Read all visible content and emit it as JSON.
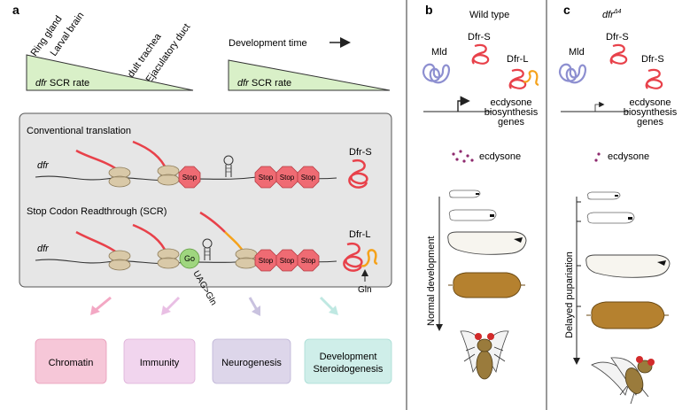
{
  "panel_a": {
    "label": "a",
    "tissues": [
      "Ring gland",
      "Larval brain",
      "Adult trachea",
      "Ejaculatory duct"
    ],
    "rate_label_italic": "dfr",
    "rate_label_rest": " SCR rate",
    "dev_time_label": "Development time",
    "box": {
      "conventional_title": "Conventional translation",
      "scr_title": "Stop Codon Readthrough (SCR)",
      "gene_label": "dfr",
      "stop_label": "Stop",
      "go_label": "Go",
      "uag_label": "UAG>Gln",
      "product_short": "Dfr-S",
      "product_long": "Dfr-L",
      "gln_label": "Gln"
    },
    "categories": [
      {
        "label": "Chromatin",
        "color": "#f6c7d8"
      },
      {
        "label": "Immunity",
        "color": "#f1d5ee"
      },
      {
        "label": "Neurogenesis",
        "color": "#ddd6ea"
      },
      {
        "label": "Development Steroidogenesis",
        "line1": "Development",
        "line2": "Steroidogenesis",
        "color": "#cfeee9"
      }
    ]
  },
  "panel_b": {
    "label": "b",
    "title": "Wild type",
    "proteins": [
      "Mld",
      "Dfr-S",
      "Dfr-L"
    ],
    "genes_line1": "ecdysone",
    "genes_line2": "biosynthesis",
    "genes_line3": "genes",
    "ecdysone": "ecdysone",
    "axis_label": "Normal development"
  },
  "panel_c": {
    "label": "c",
    "title_main": "dfr",
    "title_sup": "Δ4",
    "proteins": [
      "Mld",
      "Dfr-S",
      "Dfr-S"
    ],
    "genes_line1": "ecdysone",
    "genes_line2": "biosynthesis",
    "genes_line3": "genes",
    "ecdysone": "ecdysone",
    "axis_label": "Delayed pupariation"
  },
  "colors": {
    "box_bg": "#e6e6e6",
    "stop_red": "#ef6b73",
    "go_green": "#9fd67f",
    "protein_red": "#e8414a",
    "ext_orange": "#f5a21b",
    "mld_blue": "#8d8fd0",
    "triangle_green": "#d9f0c8",
    "pupa_brown": "#b5812f",
    "dot_purple": "#8e2a6e"
  }
}
